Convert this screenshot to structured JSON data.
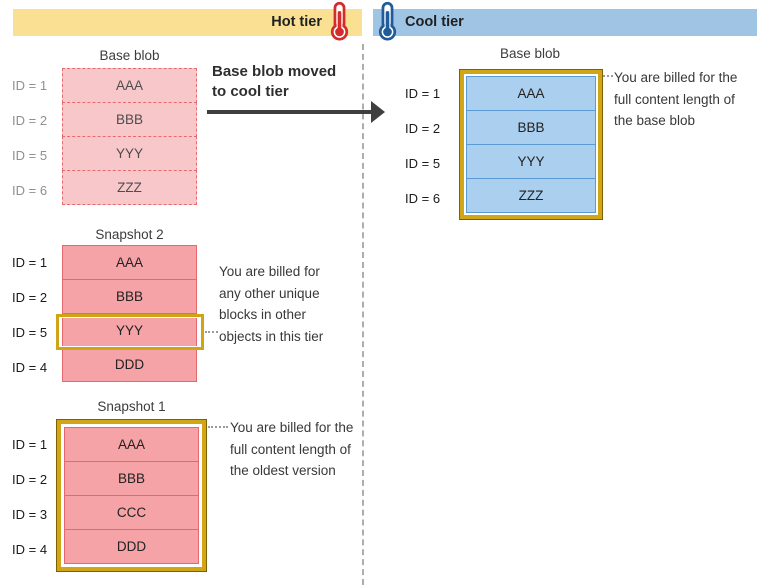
{
  "header": {
    "hot_label": "Hot tier",
    "cool_label": "Cool tier"
  },
  "hot": {
    "base_blob": {
      "title": "Base blob",
      "rows": [
        {
          "id": "ID = 1",
          "value": "AAA"
        },
        {
          "id": "ID = 2",
          "value": "BBB"
        },
        {
          "id": "ID = 5",
          "value": "YYY"
        },
        {
          "id": "ID = 6",
          "value": "ZZZ"
        }
      ]
    },
    "move_note_lines": [
      "Base blob moved",
      "to cool tier"
    ],
    "snapshot2": {
      "title": "Snapshot 2",
      "rows": [
        {
          "id": "ID = 1",
          "value": "AAA"
        },
        {
          "id": "ID = 2",
          "value": "BBB"
        },
        {
          "id": "ID = 5",
          "value": "YYY"
        },
        {
          "id": "ID = 4",
          "value": "DDD"
        }
      ],
      "highlighted_row": "ID = 5",
      "note_lines": [
        "You are billed for",
        "any other unique",
        "blocks in other",
        "objects in this tier"
      ]
    },
    "snapshot1": {
      "title": "Snapshot 1",
      "rows": [
        {
          "id": "ID = 1",
          "value": "AAA"
        },
        {
          "id": "ID = 2",
          "value": "BBB"
        },
        {
          "id": "ID = 3",
          "value": "CCC"
        },
        {
          "id": "ID = 4",
          "value": "DDD"
        }
      ],
      "note_lines": [
        "You are billed for the",
        "full content length of",
        "the oldest version"
      ]
    }
  },
  "cool": {
    "base_blob": {
      "title": "Base blob",
      "rows": [
        {
          "id": "ID = 1",
          "value": "AAA"
        },
        {
          "id": "ID = 2",
          "value": "BBB"
        },
        {
          "id": "ID = 5",
          "value": "YYY"
        },
        {
          "id": "ID = 6",
          "value": "ZZZ"
        }
      ],
      "note_lines": [
        "You are billed for the",
        "full content length of",
        "the base blob"
      ]
    }
  },
  "colors": {
    "hot_bar": "#F9E093",
    "cool_bar": "#A0C4E4",
    "hot_thermometer": "#D42B2B",
    "cool_thermometer": "#1F5C99",
    "base_blob_hot_fill": "#F8C7CA",
    "base_blob_hot_dashed_border": "#EA696F",
    "snapshot_fill": "#F5A3A7",
    "snapshot_border": "#E4696E",
    "cool_blob_fill": "#ABCFEE",
    "cool_blob_border": "#5B9BD5",
    "gold_highlight": "#D0A517",
    "separator": "#ADADAD",
    "arrow": "#3F3F3F"
  }
}
